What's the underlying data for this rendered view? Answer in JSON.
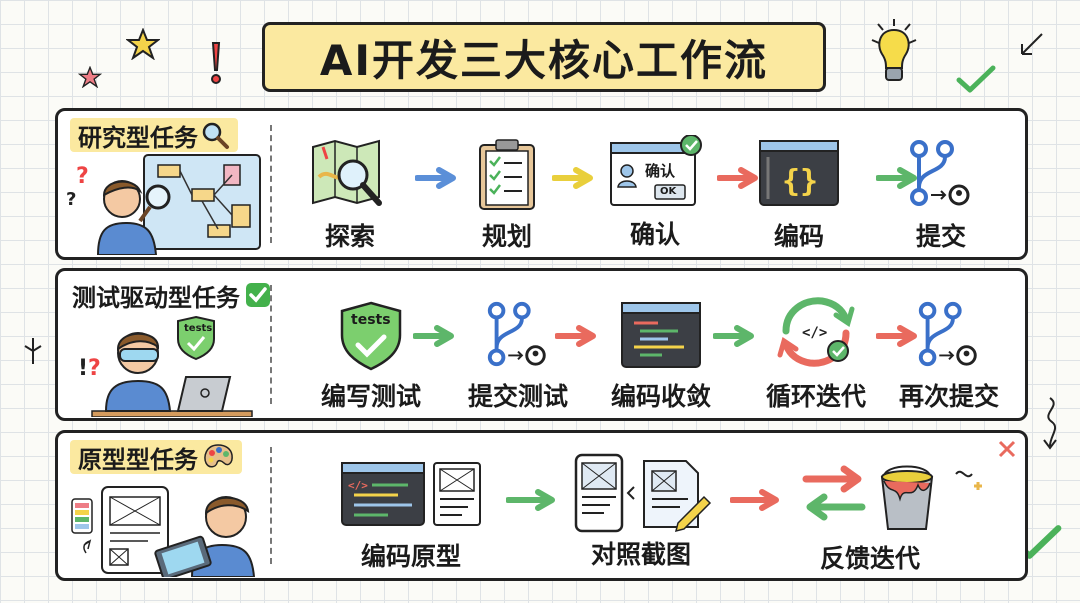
{
  "title": "AI开发三大核心工作流",
  "workflows": [
    {
      "name": "研究型任务",
      "steps": [
        {
          "label": "探索",
          "icon": "map-magnifier-icon"
        },
        {
          "label": "规划",
          "icon": "clipboard-checklist-icon"
        },
        {
          "label": "确认",
          "icon": "confirm-dialog-icon",
          "dialog_text": "确认",
          "dialog_button": "OK"
        },
        {
          "label": "编码",
          "icon": "code-braces-icon"
        },
        {
          "label": "提交",
          "icon": "git-branch-github-icon"
        }
      ]
    },
    {
      "name": "测试驱动型任务",
      "steps": [
        {
          "label": "编写测试",
          "icon": "tests-shield-icon",
          "badge_text": "tests"
        },
        {
          "label": "提交测试",
          "icon": "git-branch-github-icon"
        },
        {
          "label": "编码收敛",
          "icon": "code-editor-icon"
        },
        {
          "label": "循环迭代",
          "icon": "refresh-cycle-icon"
        },
        {
          "label": "再次提交",
          "icon": "git-branch-github-icon"
        }
      ]
    },
    {
      "name": "原型型任务",
      "steps": [
        {
          "label": "编码原型",
          "icon": "code-and-wireframe-icon"
        },
        {
          "label": "对照截图",
          "icon": "phone-vs-document-icon"
        },
        {
          "label": "反馈迭代",
          "icon": "swap-arrows-paint-bucket-icon"
        }
      ]
    }
  ],
  "illustration_text": {
    "tests_badge": "tests"
  },
  "colors": {
    "arrow_blue": "#5b8fd8",
    "arrow_yellow": "#e9cf3c",
    "arrow_red": "#e96a5e",
    "arrow_green": "#5db66a",
    "highlight": "#fbe9a0"
  }
}
